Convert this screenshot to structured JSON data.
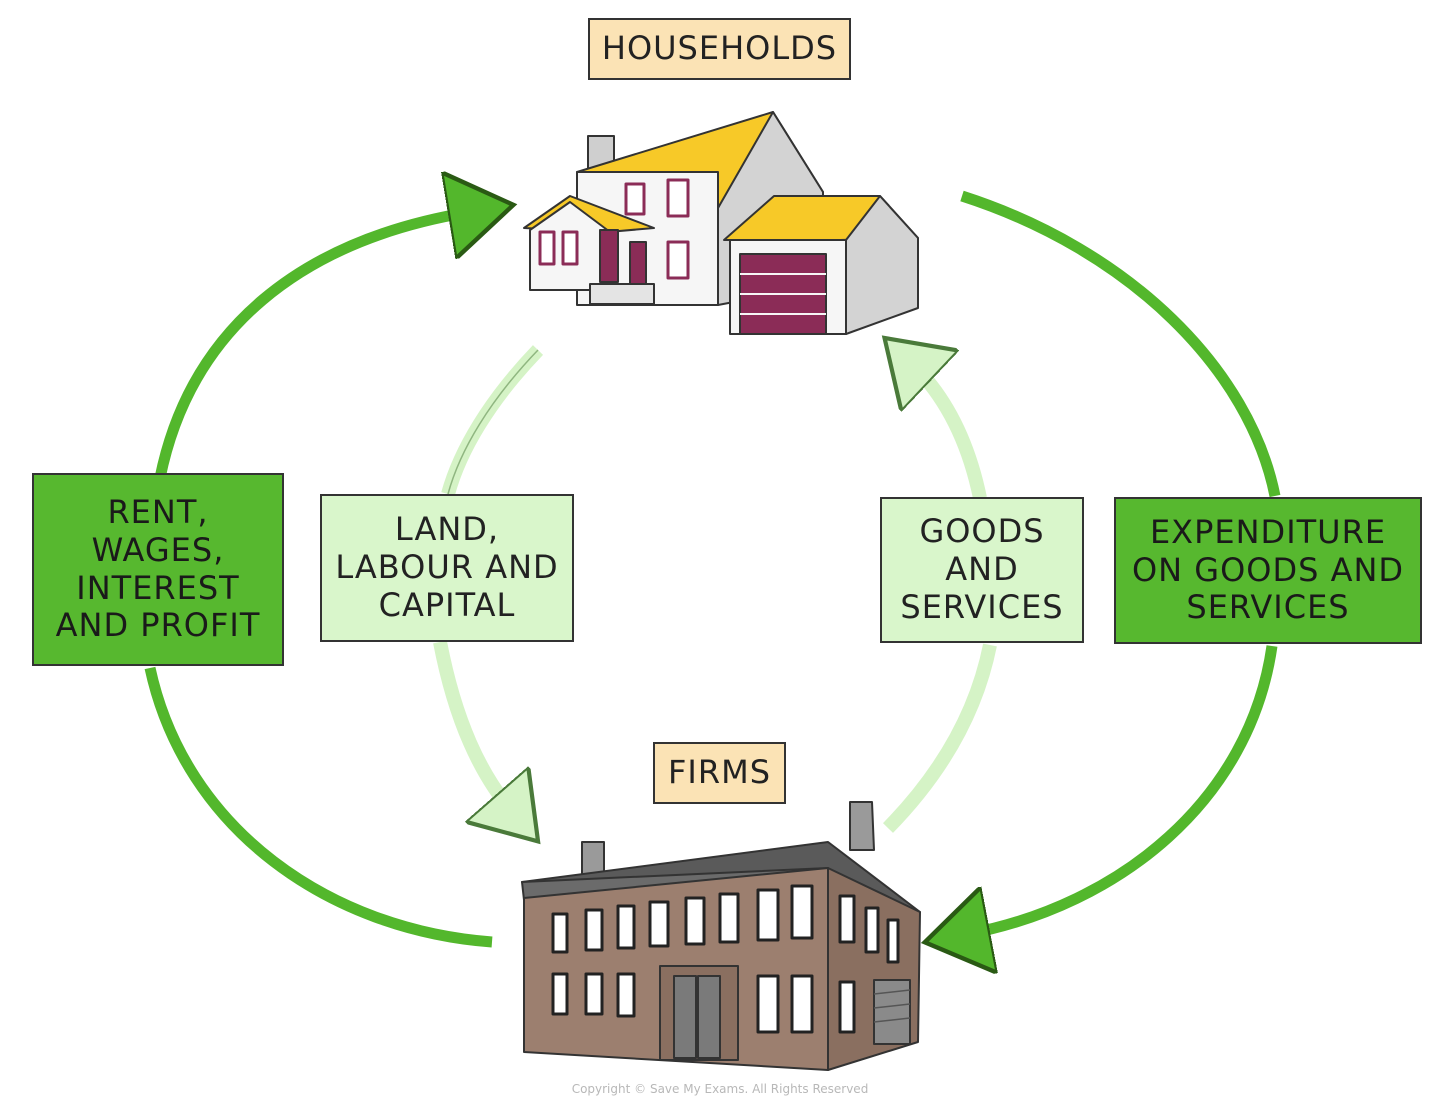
{
  "nodes": {
    "households": "HOUSEHOLDS",
    "firms": "FIRMS"
  },
  "flows": {
    "rent": "RENT,\nWAGES,\nINTEREST\nAND PROFIT",
    "factors": "LAND,\nLABOUR AND\nCAPITAL",
    "goods": "GOODS\nAND\nSERVICES",
    "expenditure": "EXPENDITURE\nON GOODS AND\nSERVICES"
  },
  "copyright": "Copyright © Save My Exams. All Rights Reserved",
  "colors": {
    "outer_arrow": "#53b72c",
    "inner_arrow": "#d5f3c6",
    "label_tan": "#fbe3b5"
  }
}
